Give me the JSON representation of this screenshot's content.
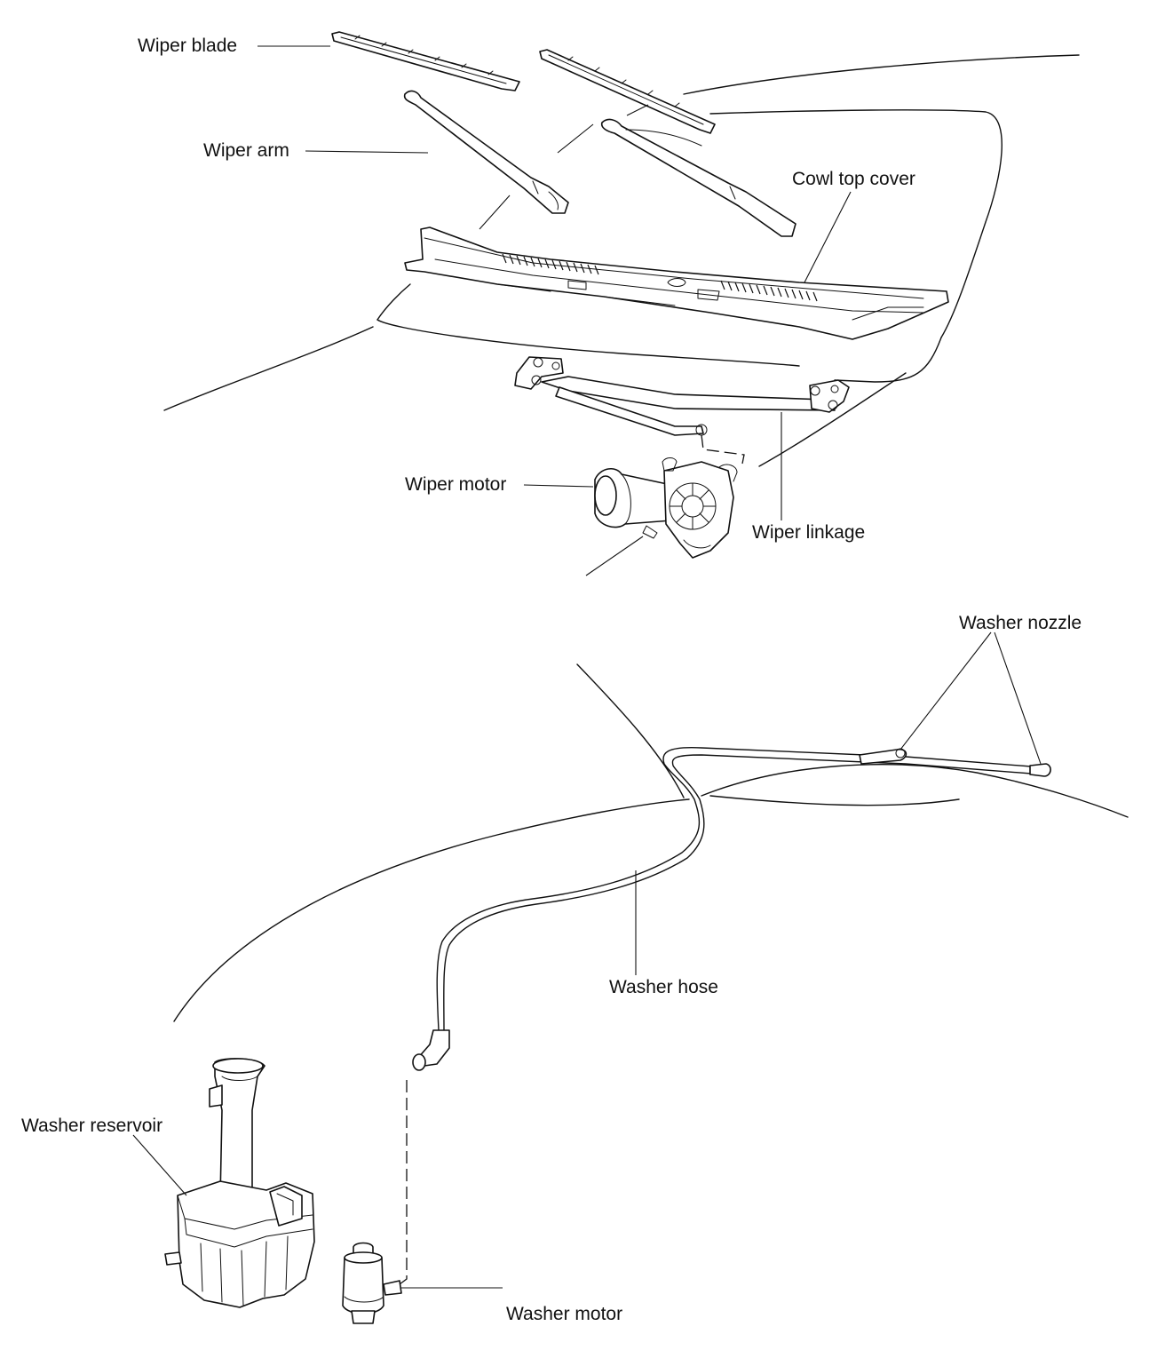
{
  "labels": {
    "wiper_blade": "Wiper blade",
    "wiper_arm": "Wiper arm",
    "cowl_top_cover": "Cowl top cover",
    "wiper_motor": "Wiper motor",
    "wiper_linkage": "Wiper linkage",
    "washer_nozzle": "Washer nozzle",
    "washer_hose": "Washer hose",
    "washer_reservoir": "Washer reservoir",
    "washer_motor": "Washer motor"
  },
  "colors": {
    "line": "#111111",
    "background": "#ffffff"
  }
}
